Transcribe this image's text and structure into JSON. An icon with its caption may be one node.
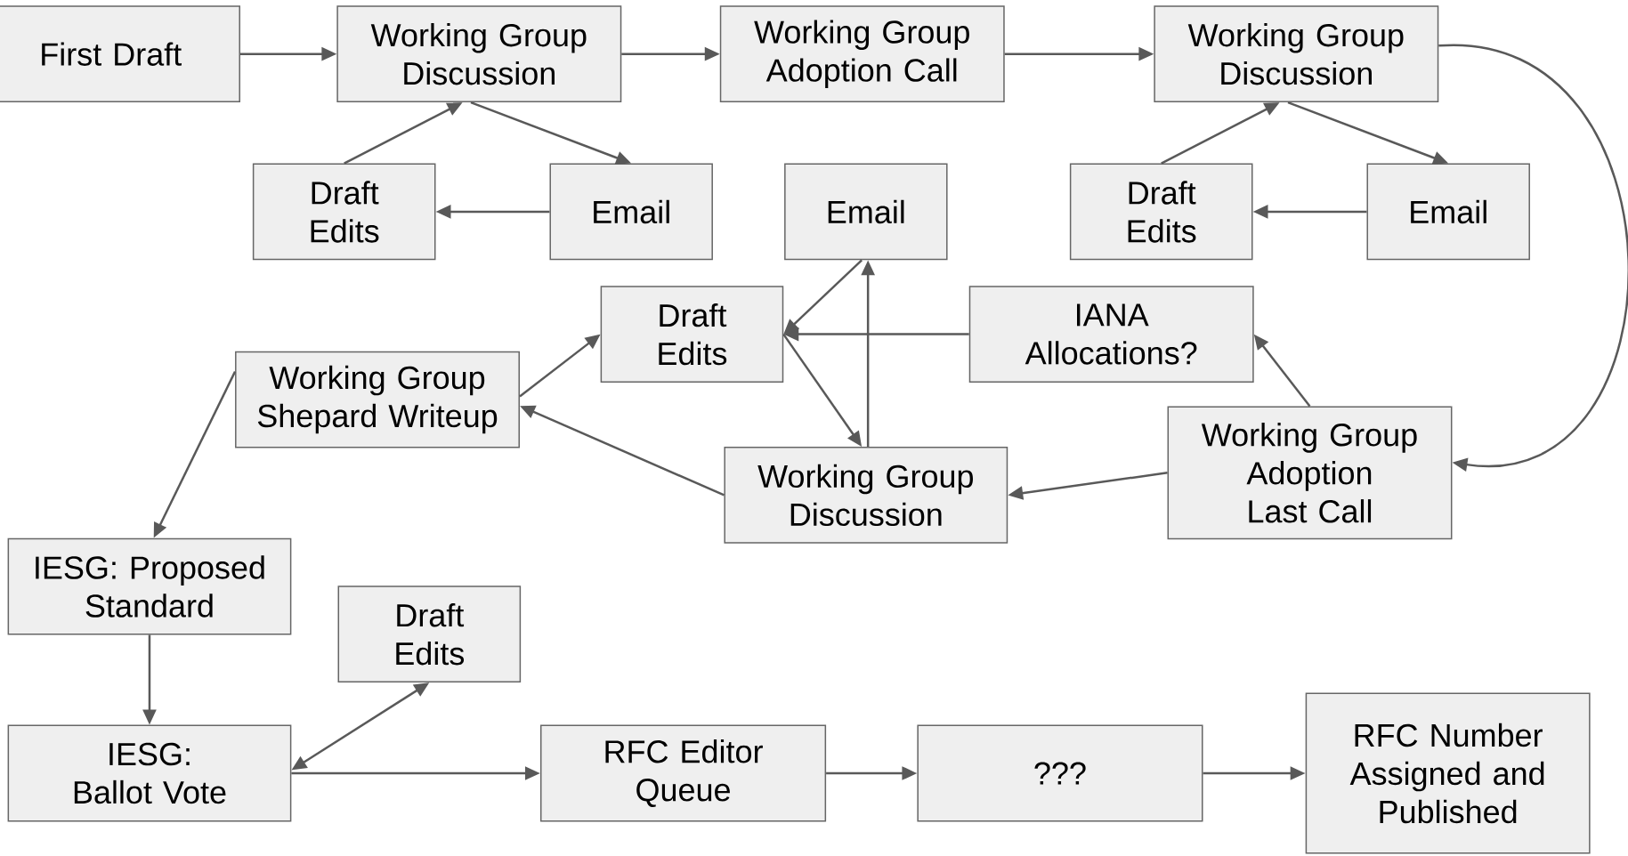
{
  "diagram": {
    "nodes": [
      {
        "text": [
          "First Draft"
        ]
      },
      {
        "text": [
          "Working Group Discussion"
        ]
      },
      {
        "text": [
          "Working Group Adoption Call"
        ]
      },
      {
        "text": [
          "Working Group Discussion"
        ]
      },
      {
        "text": [
          "Draft Edits"
        ]
      },
      {
        "text": [
          "Email"
        ]
      },
      {
        "text": [
          "Draft Edits"
        ]
      },
      {
        "text": [
          "Email"
        ]
      },
      {
        "text": [
          "Email"
        ]
      },
      {
        "text": [
          "Draft Edits"
        ]
      },
      {
        "text": [
          "IANA Allocations?"
        ]
      },
      {
        "text": [
          "Working Group Shepard Writeup"
        ]
      },
      {
        "text": [
          "Working Group Discussion"
        ]
      },
      {
        "text": [
          "Working Group Adoption Last Call"
        ]
      },
      {
        "text": [
          "IESG: Proposed Standard"
        ]
      },
      {
        "text": [
          "Draft Edits"
        ]
      },
      {
        "text": [
          "IESG: Ballot Vote"
        ]
      },
      {
        "text": [
          "RFC Editor Queue"
        ]
      },
      {
        "text": [
          "???"
        ]
      },
      {
        "text": [
          "RFC Number Assigned and Published"
        ]
      }
    ],
    "edges": [
      {
        "from": 0,
        "to": 1,
        "arrow": "to"
      },
      {
        "from": 1,
        "to": 2,
        "arrow": "to"
      },
      {
        "from": 2,
        "to": 3,
        "arrow": "to"
      },
      {
        "from": 3,
        "to": 13,
        "arrow": "to"
      },
      {
        "from": 4,
        "to": 1,
        "arrow": "to"
      },
      {
        "from": 1,
        "to": 5,
        "arrow": "to"
      },
      {
        "from": 5,
        "to": 4,
        "arrow": "to"
      },
      {
        "from": 6,
        "to": 3,
        "arrow": "to"
      },
      {
        "from": 3,
        "to": 7,
        "arrow": "to"
      },
      {
        "from": 7,
        "to": 6,
        "arrow": "to"
      },
      {
        "from": 13,
        "to": 10,
        "arrow": "to"
      },
      {
        "from": 10,
        "to": 9,
        "arrow": "to"
      },
      {
        "from": 13,
        "to": 12,
        "arrow": "to"
      },
      {
        "from": 12,
        "to": 11,
        "arrow": "to"
      },
      {
        "from": 11,
        "to": 9,
        "arrow": "to"
      },
      {
        "from": 9,
        "to": 12,
        "arrow": "to"
      },
      {
        "from": 12,
        "to": 8,
        "arrow": "to"
      },
      {
        "from": 8,
        "to": 9,
        "arrow": "to"
      },
      {
        "from": 11,
        "to": 14,
        "arrow": "to"
      },
      {
        "from": 14,
        "to": 16,
        "arrow": "to"
      },
      {
        "from": 16,
        "to": 15,
        "arrow": "both"
      },
      {
        "from": 16,
        "to": 17,
        "arrow": "to"
      },
      {
        "from": 17,
        "to": 18,
        "arrow": "to"
      },
      {
        "from": 18,
        "to": 19,
        "arrow": "to"
      }
    ]
  }
}
